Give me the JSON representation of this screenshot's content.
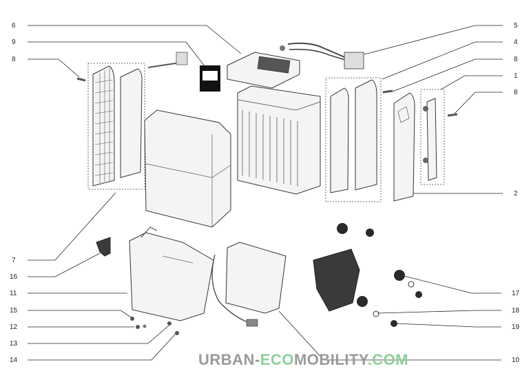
{
  "callouts": [
    {
      "id": "c6",
      "label": "6"
    },
    {
      "id": "c9",
      "label": "9"
    },
    {
      "id": "c8a",
      "label": "8"
    },
    {
      "id": "c5",
      "label": "5"
    },
    {
      "id": "c4",
      "label": "4"
    },
    {
      "id": "c8b",
      "label": "8"
    },
    {
      "id": "c1",
      "label": "1"
    },
    {
      "id": "c8c",
      "label": "8"
    },
    {
      "id": "c2",
      "label": "2"
    },
    {
      "id": "c7",
      "label": "7"
    },
    {
      "id": "c16",
      "label": "16"
    },
    {
      "id": "c11",
      "label": "11"
    },
    {
      "id": "c15",
      "label": "15"
    },
    {
      "id": "c12",
      "label": "12"
    },
    {
      "id": "c13",
      "label": "13"
    },
    {
      "id": "c14",
      "label": "14"
    },
    {
      "id": "c17",
      "label": "17"
    },
    {
      "id": "c18",
      "label": "18"
    },
    {
      "id": "c19",
      "label": "19"
    },
    {
      "id": "c10",
      "label": "10"
    }
  ],
  "watermark": {
    "part1": "URBAN-",
    "part2": "ECO",
    "part3": "MOBILITY",
    "part4": ".COM"
  },
  "colors": {
    "line": "#222222",
    "watermark_gray": "#9a9a9a",
    "watermark_green": "#8fcf9a"
  }
}
